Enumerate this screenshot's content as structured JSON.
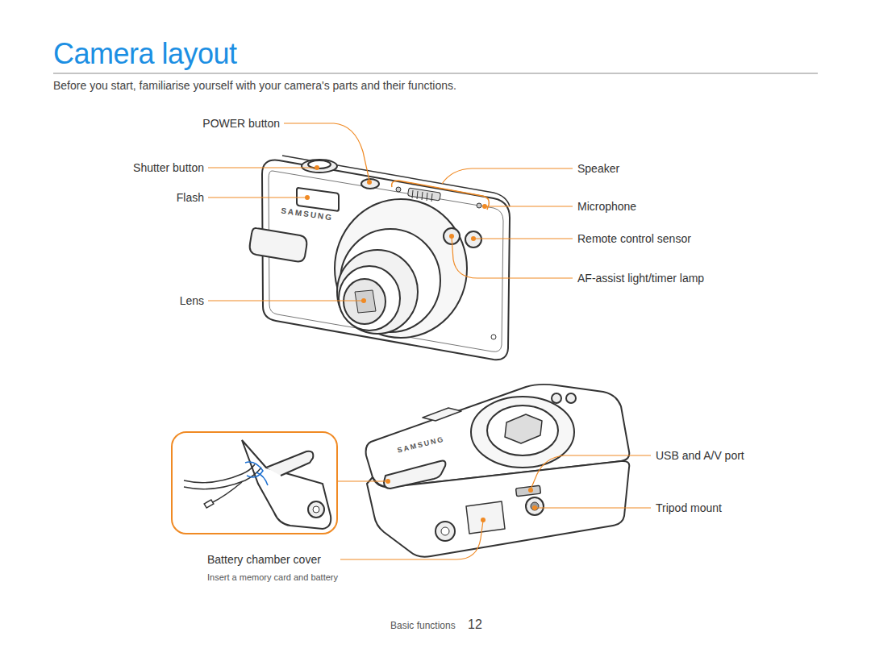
{
  "diagram": {
    "title": "Camera layout",
    "labels": [
      "Before you start, familiarise yourself with your camera's parts and their functions.",
      "POWER button",
      "Shutter button",
      "Flash",
      "Lens",
      "Speaker",
      "Microphone",
      "Remote control sensor",
      "AF-assist light/timer lamp",
      "SAMSUNG",
      "SAMSUNG",
      "USB and A/V port",
      "Tripod mount",
      "Battery chamber cover",
      "Insert a memory card and battery",
      "Basic functions",
      "12"
    ]
  }
}
